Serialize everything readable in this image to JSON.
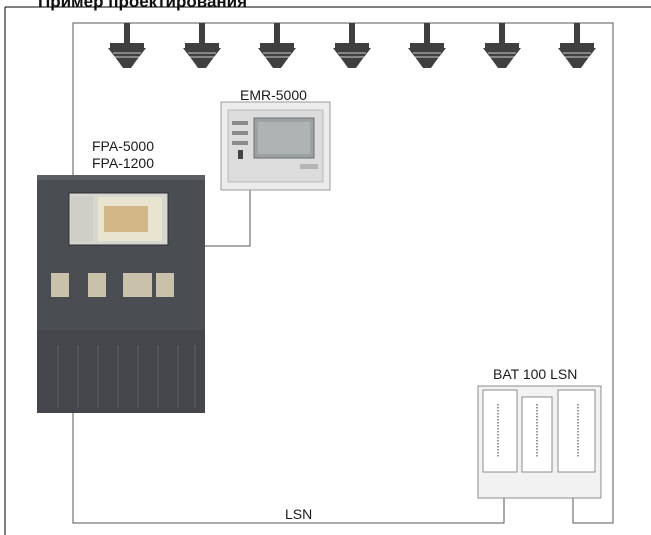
{
  "title": "Пример проектирования",
  "labels": {
    "panel_line1": "FPA-5000",
    "panel_line2": "FPA-1200",
    "emr": "EMR-5000",
    "battery": "BAT 100 LSN",
    "loop": "LSN"
  },
  "icons": {
    "detector": "smoke-detector-icon",
    "panel": "fire-panel-icon",
    "repeater": "remote-display-icon",
    "battery": "battery-cabinet-icon"
  },
  "detector_count": 7,
  "colors": {
    "line": "#555555",
    "panel_body": "#4a4d52",
    "module": "#f0f0ee",
    "detector": "#3f3f3f"
  }
}
